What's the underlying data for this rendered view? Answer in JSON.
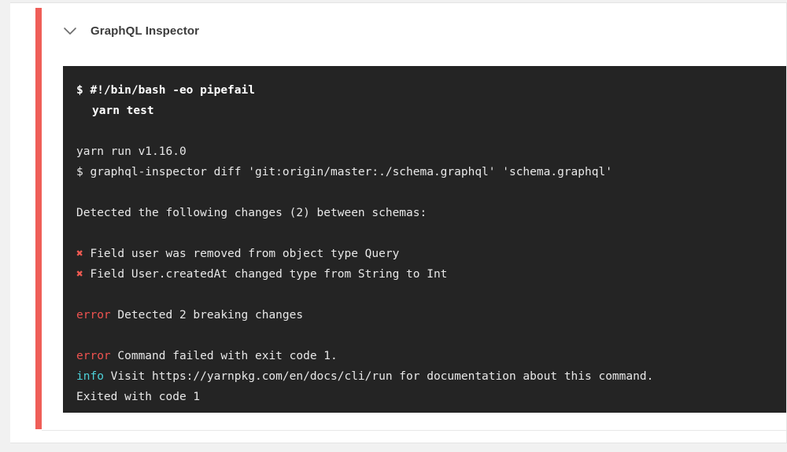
{
  "job": {
    "title": "GraphQL Inspector",
    "toggle_icon": "chevron-down-icon",
    "status_color": "#ef5e58"
  },
  "colors": {
    "terminal_background": "#242424",
    "text": "#e8e8e8",
    "error": "#ef5350",
    "info": "#4dd0d8",
    "mark": "#ee5a52",
    "status_rail": "#ef5e58",
    "card_background": "#ffffff",
    "page_background": "#f1f1f1"
  },
  "terminal": {
    "lines": [
      {
        "id": "l1",
        "type": "command",
        "bold": true,
        "text": "$ #!/bin/bash -eo pipefail"
      },
      {
        "id": "l2",
        "type": "command",
        "bold": true,
        "indent": true,
        "text": "yarn test"
      },
      {
        "id": "l3",
        "type": "blank",
        "text": ""
      },
      {
        "id": "l4",
        "type": "output",
        "text": "yarn run v1.16.0"
      },
      {
        "id": "l5",
        "type": "output",
        "text": "$ graphql-inspector diff 'git:origin/master:./schema.graphql' 'schema.graphql'"
      },
      {
        "id": "l6",
        "type": "blank",
        "text": ""
      },
      {
        "id": "l7",
        "type": "output",
        "text": "Detected the following changes (2) between schemas:"
      },
      {
        "id": "l8",
        "type": "blank",
        "text": ""
      },
      {
        "id": "l9",
        "type": "change",
        "marker": "✖",
        "text": "Field user was removed from object type Query"
      },
      {
        "id": "l10",
        "type": "change",
        "marker": "✖",
        "text": "Field User.createdAt changed type from String to Int"
      },
      {
        "id": "l11",
        "type": "blank",
        "text": ""
      },
      {
        "id": "l12",
        "type": "error",
        "label": "error",
        "text": "Detected 2 breaking changes"
      },
      {
        "id": "l13",
        "type": "blank",
        "text": ""
      },
      {
        "id": "l14",
        "type": "error",
        "label": "error",
        "text": "Command failed with exit code 1."
      },
      {
        "id": "l15",
        "type": "info",
        "label": "info",
        "text": "Visit https://yarnpkg.com/en/docs/cli/run for documentation about this command."
      },
      {
        "id": "l16",
        "type": "output",
        "text": "Exited with code 1"
      }
    ]
  }
}
